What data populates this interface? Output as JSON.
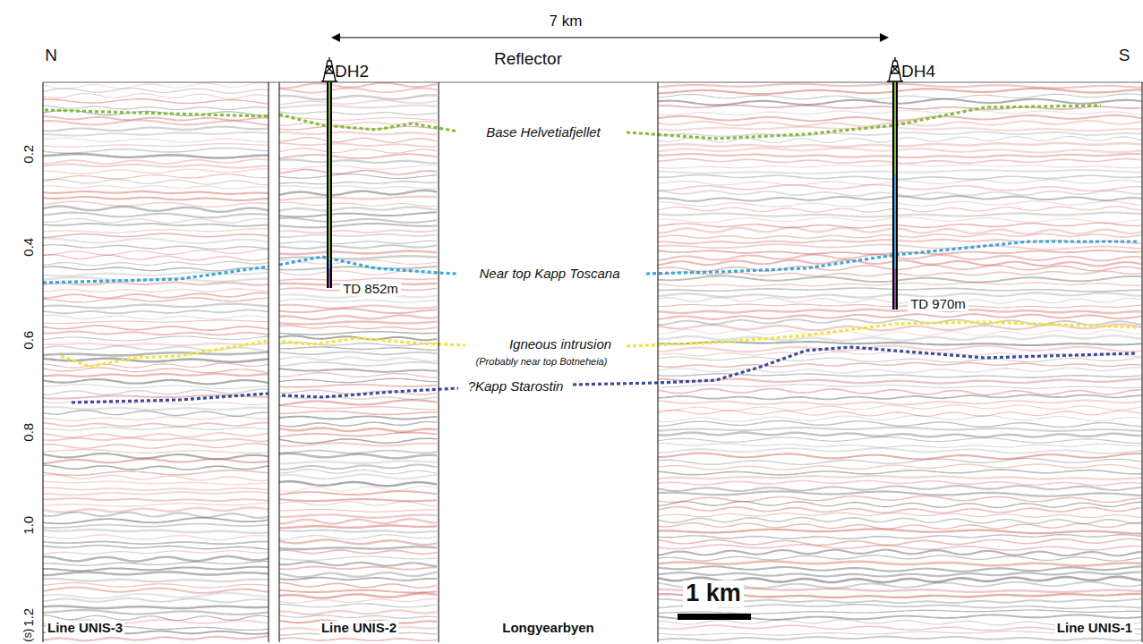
{
  "diagram": {
    "nodes": [
      {
        "text": [
          "Line UNIS-3"
        ]
      },
      {
        "text": [
          "Line UNIS-2"
        ]
      },
      {
        "text": [
          "Longyearbyen"
        ]
      },
      {
        "text": [
          "Line UNIS-1"
        ]
      }
    ],
    "labels": [
      "7 km",
      "N",
      "S",
      "DH2",
      "DH4",
      "Reflector",
      "Base Helvetiafjellet",
      "Near top Kapp Toscana",
      "Igneous intrusion",
      "(Probably near top Botneheia)",
      "?Kapp Starostin",
      "TD 852m",
      "TD 970m",
      "1 km",
      "0.2",
      "0.4",
      "0.6",
      "0.8",
      "1.0",
      "1.2",
      "(s)"
    ]
  }
}
